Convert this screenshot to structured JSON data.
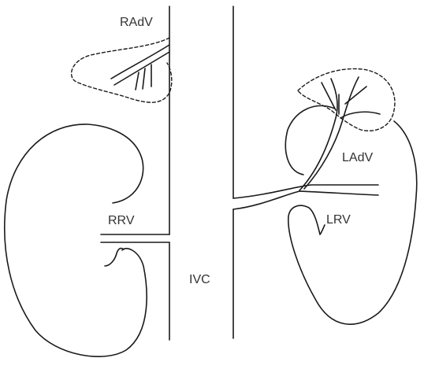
{
  "labels": {
    "radv": "RAdV",
    "rrv": "RRV",
    "ivc": "IVC",
    "ladv": "LAdV",
    "lrv": "LRV"
  },
  "colors": {
    "stroke": "#1a1a1a",
    "label": "#333333",
    "background": "#ffffff"
  }
}
